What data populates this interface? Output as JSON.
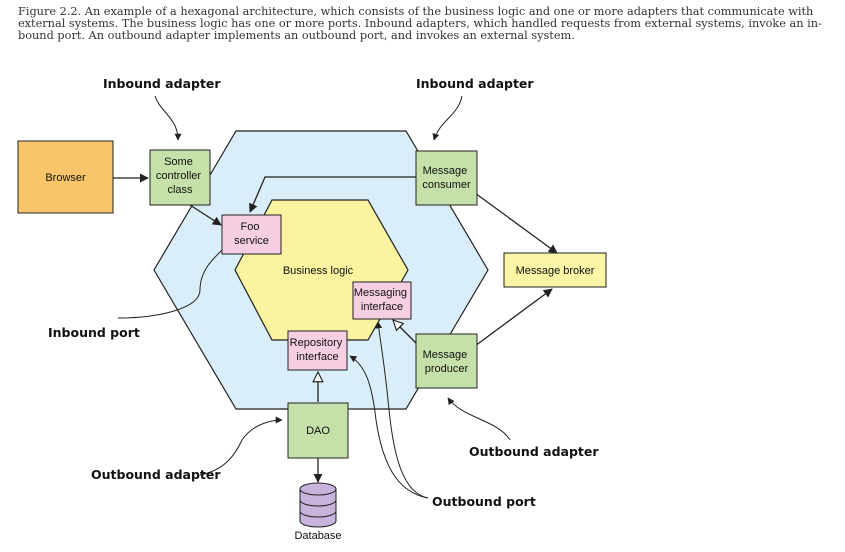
{
  "caption": "Figure 2.2. An example of a hexagonal architecture, which consists of the business logic and one or more adapters that communicate with external systems. The business logic has one or more ports. Inbound adapters, which handled requests from external systems, invoke an in-bound port. An outbound adapter implements an outbound port, and invokes an external system.",
  "colors": {
    "outer_hexagon": "#d9eef8",
    "inner_hexagon": "#faf3a0",
    "adapter_box": "#c5e0a8",
    "port_box": "#f7cfe2",
    "browser_box": "#fac56a",
    "broker_box": "#fbf5a6",
    "database": "#c7b3dc"
  },
  "nodes": {
    "browser": [
      "Browser"
    ],
    "controller": [
      "Some",
      "controller",
      "class"
    ],
    "message_consumer": [
      "Message",
      "consumer"
    ],
    "foo_service": [
      "Foo",
      "service"
    ],
    "business_logic": [
      "Business logic"
    ],
    "messaging_interface": [
      "Messaging",
      "interface"
    ],
    "repository_interface": [
      "Repository",
      "interface"
    ],
    "message_producer": [
      "Message",
      "producer"
    ],
    "message_broker": [
      "Message broker"
    ],
    "dao": [
      "DAO"
    ],
    "database": [
      "Database"
    ]
  },
  "callouts": {
    "inbound_adapter_left": "Inbound adapter",
    "inbound_adapter_right": "Inbound adapter",
    "inbound_port": "Inbound port",
    "outbound_adapter_right": "Outbound adapter",
    "outbound_adapter_left": "Outbound adapter",
    "outbound_port": "Outbound port"
  }
}
